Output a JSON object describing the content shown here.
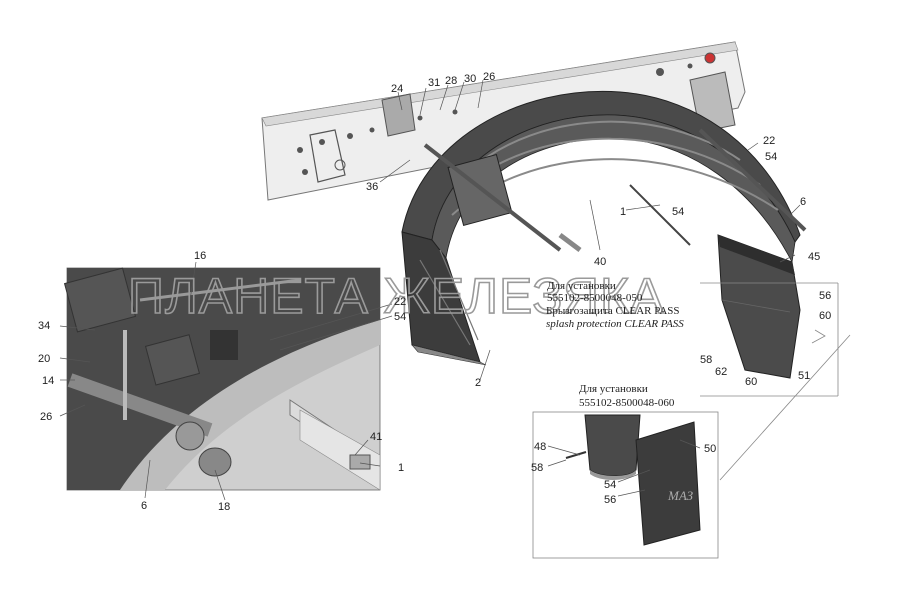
{
  "callouts": {
    "c1": "1",
    "c2": "2",
    "c6": "6",
    "c14": "14",
    "c16": "16",
    "c18": "18",
    "c20": "20",
    "c22": "22",
    "c24": "24",
    "c26": "26",
    "c28": "28",
    "c30": "30",
    "c31": "31",
    "c34": "34",
    "c36": "36",
    "c40": "40",
    "c41": "41",
    "c45": "45",
    "c48": "48",
    "c50": "50",
    "c51": "51",
    "c54": "54",
    "c56": "56",
    "c58": "58",
    "c60": "60",
    "c62": "62"
  },
  "notes": {
    "install_050_line1": "Для установки",
    "install_050_line2": "555102-8500048-050",
    "splash_ru": "Брызгозащита CLEAR PASS",
    "splash_en": "splash protection CLEAR PASS",
    "install_060_line1": "Для установки",
    "install_060_line2": "555102-8500048-060"
  },
  "watermark": "ПЛАНЕТА ЖЕЛЕЗЯКА",
  "colors": {
    "part_dark": "#3a3a3a",
    "part_mid": "#6b6b6b",
    "frame_light": "#ececec"
  }
}
